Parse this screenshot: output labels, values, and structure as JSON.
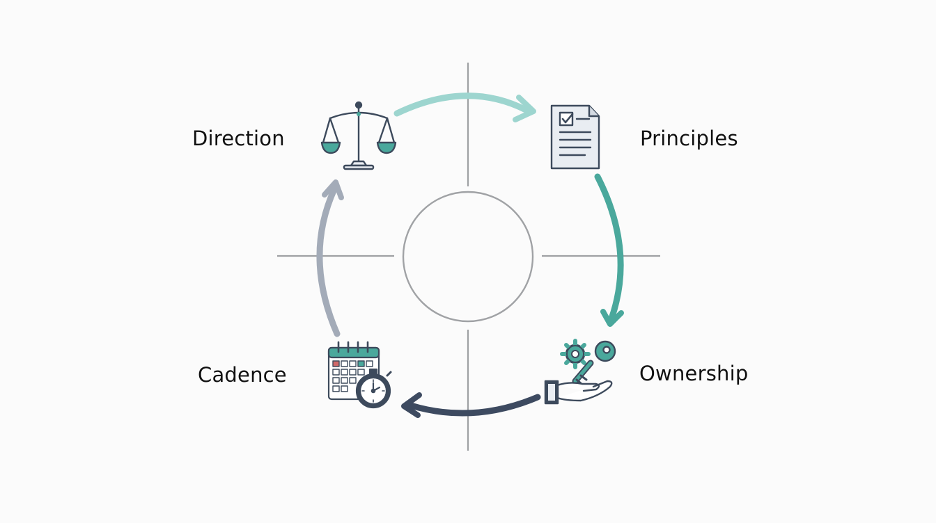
{
  "stages": [
    {
      "id": "direction",
      "label": "Direction",
      "icon": "scales-icon"
    },
    {
      "id": "principles",
      "label": "Principles",
      "icon": "checklist-document-icon"
    },
    {
      "id": "ownership",
      "label": "Ownership",
      "icon": "hand-key-gear-icon"
    },
    {
      "id": "cadence",
      "label": "Cadence",
      "icon": "calendar-stopwatch-icon"
    }
  ],
  "colors": {
    "background": "#fbfbfb",
    "axis": "#9ea0a3",
    "icon_outline": "#3d4a5c",
    "icon_fill": "#e9edf2",
    "teal": "#4aa89c",
    "teal_light": "#9dd5cf",
    "teal_mid": "#5fb5a9",
    "slate": "#3d4a60",
    "gray_blue": "#a3abb8",
    "red": "#d06a6a"
  }
}
